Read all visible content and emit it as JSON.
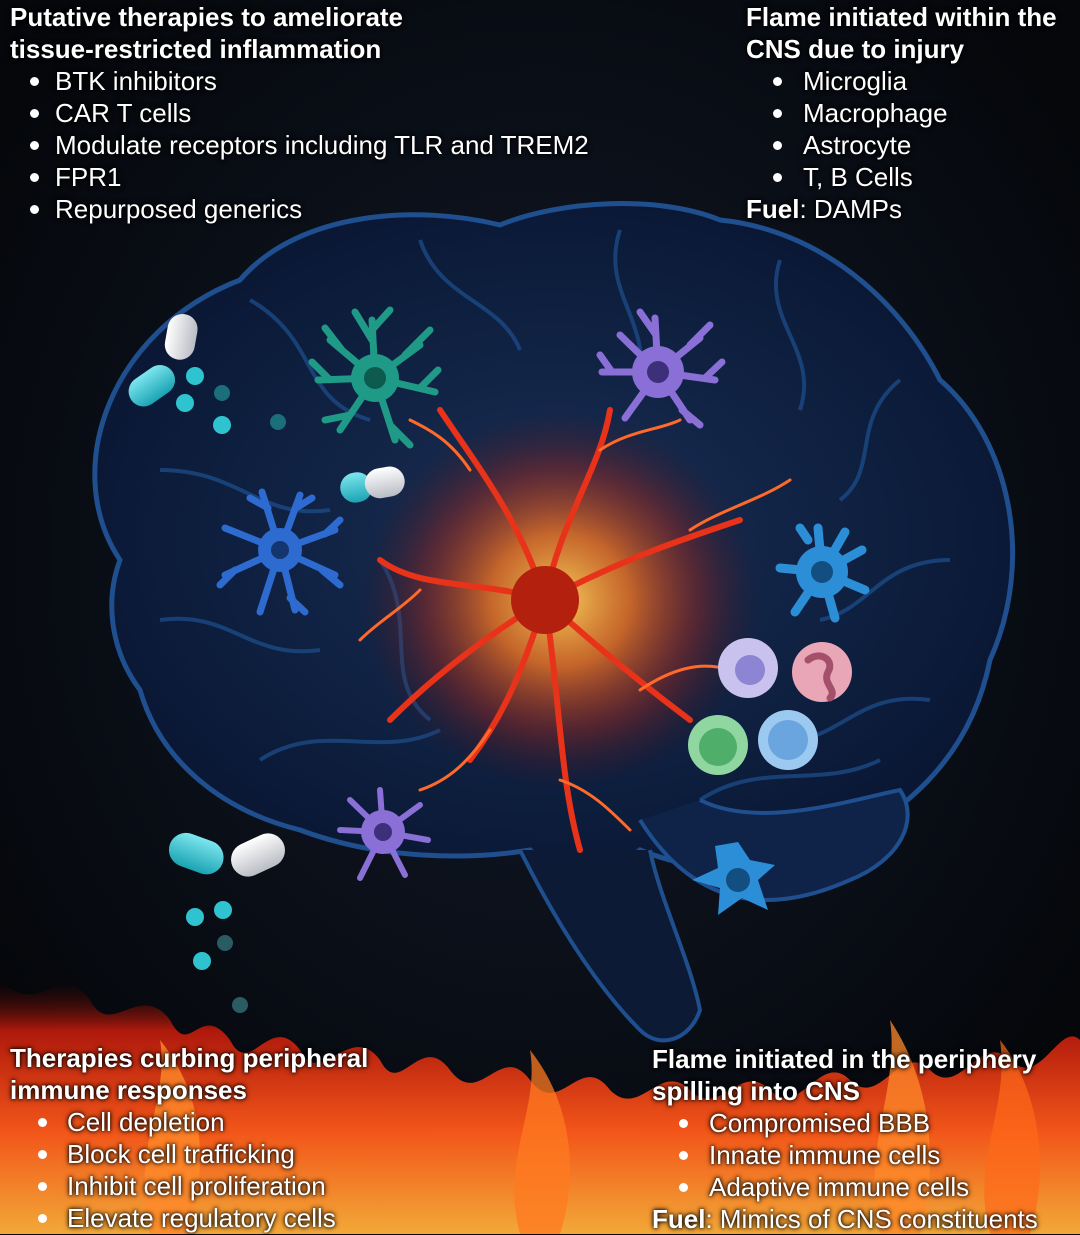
{
  "panels": {
    "top_left": {
      "title_line1": "Putative therapies to ameliorate",
      "title_line2": "tissue-restricted inflammation",
      "items": [
        "BTK inhibitors",
        "CAR T cells",
        "Modulate receptors including TLR and TREM2",
        "FPR1",
        "Repurposed generics"
      ]
    },
    "top_right": {
      "title_line1": "Flame initiated within the",
      "title_line2": "CNS due to injury",
      "items": [
        "Microglia",
        "Macrophage",
        "Astrocyte",
        "T, B Cells"
      ],
      "fuel_label": "Fuel",
      "fuel_value": ": DAMPs"
    },
    "bottom_left": {
      "title_line1": "Therapies curbing peripheral",
      "title_line2": "immune responses",
      "items": [
        "Cell depletion",
        "Block cell trafficking",
        "Inhibit cell proliferation",
        "Elevate regulatory cells"
      ]
    },
    "bottom_right": {
      "title_line1": "Flame initiated in the periphery",
      "title_line2": "spilling into CNS",
      "items": [
        "Compromised BBB",
        "Innate immune cells",
        "Adaptive immune cells"
      ],
      "fuel_label": "Fuel",
      "fuel_value": ": Mimics of CNS constituents"
    }
  },
  "colors": {
    "background": "#06080d",
    "brain": "#0f2a55",
    "brain_outline": "#1e4f8f",
    "flame_core": "#ff5a1f",
    "flame_glow": "#ffb43a",
    "capsule_teal": "#2fc3cf",
    "capsule_white": "#e8e8ea",
    "cell_teal": "#1f9a86",
    "cell_violet": "#8a6fd6",
    "cell_blue": "#2d6bd1",
    "cell_skyblue": "#2b8ed6",
    "lymph_green": "#8fd6a0",
    "lymph_blue": "#9cc9f0",
    "granulocyte_pink": "#e9a6b6",
    "monocyte_lilac": "#c9c2ee"
  },
  "icons": [
    "brain-icon",
    "inflammation-flame-icon",
    "drug-capsule-icon",
    "microglia-cell-icon",
    "astrocyte-cell-icon",
    "lymphocyte-icon",
    "granulocyte-icon",
    "monocyte-icon",
    "fire-icon"
  ]
}
